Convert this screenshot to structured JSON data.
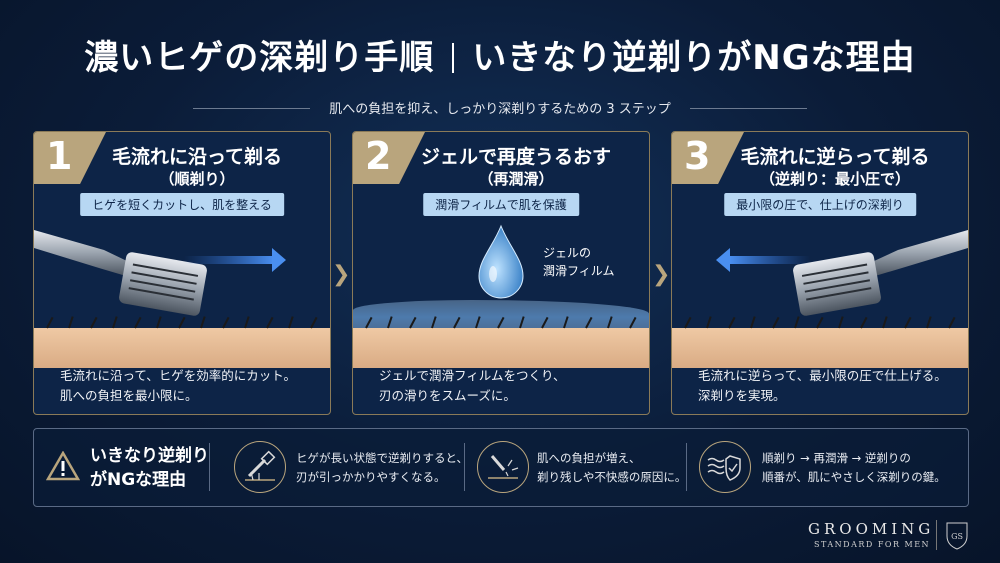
{
  "title": {
    "left": "濃いヒゲの深剃り手順",
    "right": "いきなり逆剃りがNGな理由"
  },
  "subtitle": "肌への負担を抑え、しっかり深剃りするための 3 ステップ",
  "steps": [
    {
      "number": "1",
      "title": "毛流れに沿って剃る",
      "sub": "（順剃り）",
      "pill": "ヒゲを短くカットし、肌を整える",
      "desc1": "毛流れに沿って、ヒゲを効率的にカット。",
      "desc2": "肌への負担を最小限に。"
    },
    {
      "number": "2",
      "title": "ジェルで再度うるおす",
      "sub": "（再潤滑）",
      "pill": "潤滑フィルムで肌を保護",
      "gel_label1": "ジェルの",
      "gel_label2": "潤滑フィルム",
      "desc1": "ジェルで潤滑フィルムをつくり、",
      "desc2": "刃の滑りをスムーズに。"
    },
    {
      "number": "3",
      "title": "毛流れに逆らって剃る",
      "sub": "（逆剃り：最小圧で）",
      "pill": "最小限の圧で、仕上げの深剃り",
      "desc1": "毛流れに逆らって、最小限の圧で仕上げる。",
      "desc2": "深剃りを実現。"
    }
  ],
  "ng": {
    "title1": "いきなり逆剃り",
    "title2": "がNGな理由",
    "items": [
      {
        "icon": "razor-hair-icon",
        "line1": "ヒゲが長い状態で逆剃りすると、",
        "line2": "刃が引っかかりやすくなる。"
      },
      {
        "icon": "irritation-icon",
        "line1": "肌への負担が増え、",
        "line2": "剃り残しや不快感の原因に。"
      },
      {
        "icon": "shield-waves-icon",
        "line1": "順剃り → 再潤滑 → 逆剃りの",
        "line2": "順番が、肌にやさしく深剃りの鍵。"
      }
    ]
  },
  "logo": {
    "main": "GROOMING",
    "sub": "STANDARD FOR MEN",
    "mark": "GS"
  },
  "colors": {
    "accent": "#b9a57d",
    "background": "#0b1c38",
    "pill": "#b7d7f3",
    "arrow": "#2f6fd6"
  }
}
